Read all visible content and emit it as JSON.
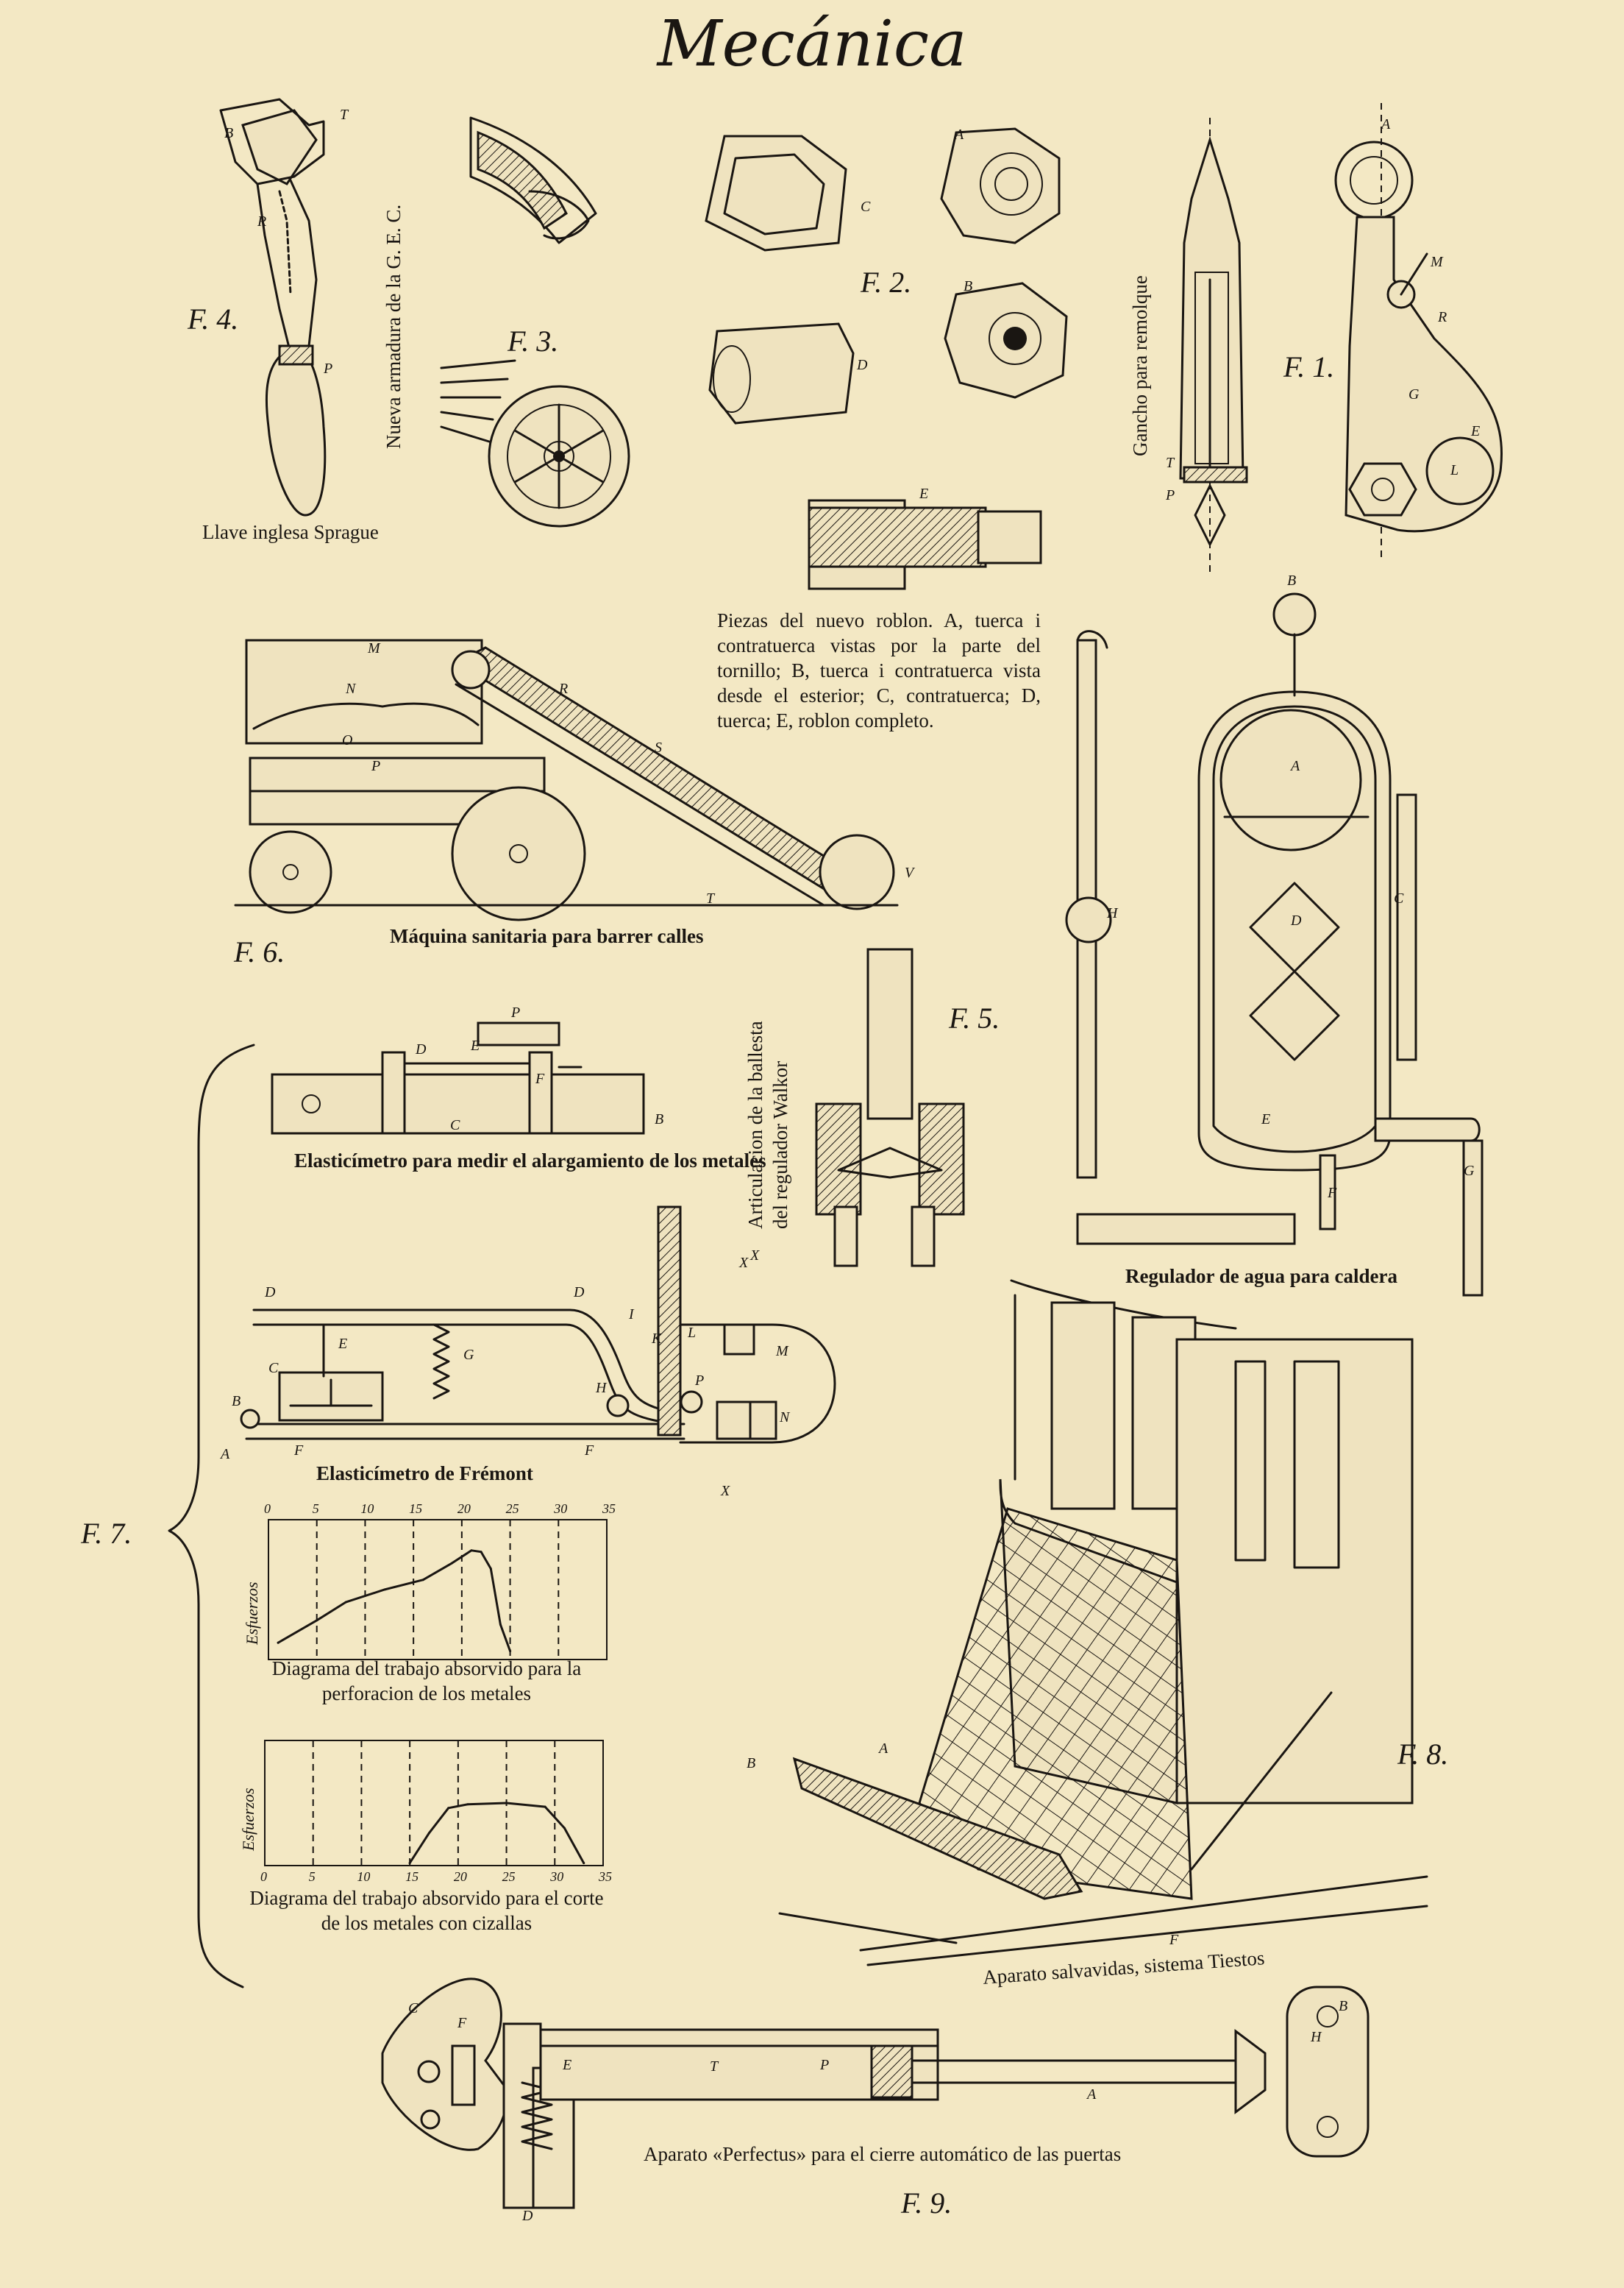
{
  "title": "Mecánica",
  "figures": {
    "f4": {
      "label": "F. 4.",
      "caption": "Llave inglesa Sprague",
      "parts": [
        "B",
        "T",
        "R",
        "P"
      ]
    },
    "f3": {
      "label": "F. 3.",
      "caption": "Nueva armadura de la G. E. C."
    },
    "f2": {
      "label": "F. 2.",
      "caption": "Piezas del nuevo roblon. A, tuerca i contratuerca vistas por la parte del tornillo; B, tuerca i contratuerca vista desde el esterior; C, contratuerca; D, tuerca; E, roblon completo.",
      "parts": [
        "A",
        "B",
        "C",
        "D",
        "E"
      ]
    },
    "f1": {
      "label": "F. 1.",
      "caption": "Gancho para remolque",
      "parts": [
        "A",
        "M",
        "R",
        "G",
        "E",
        "L",
        "T",
        "P"
      ]
    },
    "f6": {
      "label": "F. 6.",
      "caption": "Máquina sanitaria para barrer calles",
      "parts": [
        "M",
        "N",
        "O",
        "P",
        "R",
        "S",
        "T",
        "V"
      ]
    },
    "f5": {
      "label": "F. 5.",
      "caption": "Articulacion de la ballesta del regulador Walkor",
      "parts": [
        "X"
      ]
    },
    "boiler": {
      "caption": "Regulador de agua para caldera",
      "parts": [
        "B",
        "A",
        "D",
        "C",
        "H",
        "E",
        "F",
        "G"
      ]
    },
    "f7": {
      "label": "F. 7.",
      "elast1_caption": "Elasticímetro para medir el alargamiento de los metales",
      "elast1_parts": [
        "P",
        "D",
        "E",
        "F",
        "C",
        "B"
      ],
      "elast2_caption": "Elasticímetro de Frémont",
      "elast2_parts": [
        "D",
        "D",
        "E",
        "C",
        "G",
        "B",
        "A",
        "F",
        "F",
        "H",
        "I",
        "K",
        "L",
        "M",
        "N",
        "P",
        "X",
        "X"
      ]
    },
    "f8": {
      "label": "F. 8.",
      "caption": "Aparato salvavidas, sistema Tiestos",
      "parts": [
        "A",
        "B",
        "F"
      ]
    },
    "f9": {
      "label": "F. 9.",
      "caption": "Aparato «Perfectus» para el cierre automático de las puertas",
      "parts": [
        "C",
        "F",
        "E",
        "T",
        "P",
        "A",
        "H",
        "B",
        "D"
      ]
    }
  },
  "chart_data": [
    {
      "type": "line",
      "title": "Diagrama del trabajo absorvido para la perforacion de los metales",
      "xlabel": "",
      "ylabel": "Esfuerzos",
      "x_ticks": [
        "0",
        "5",
        "10",
        "15",
        "20",
        "25",
        "30",
        "35"
      ],
      "xlim": [
        0,
        35
      ],
      "ylim": [
        0,
        10
      ],
      "grid": "dashed vertical",
      "series": [
        {
          "x": [
            1,
            5,
            8,
            12,
            16,
            19,
            21,
            22,
            23,
            24,
            25
          ],
          "y": [
            1.2,
            2.8,
            4.1,
            5.0,
            5.7,
            6.9,
            7.8,
            7.7,
            6.5,
            2.5,
            0.6
          ]
        }
      ]
    },
    {
      "type": "line",
      "title": "Diagrama del trabajo absorvido para el corte de los metales con cizallas",
      "xlabel": "",
      "ylabel": "Esfuerzos",
      "x_ticks": [
        "0",
        "5",
        "10",
        "15",
        "20",
        "25",
        "30",
        "35"
      ],
      "xlim": [
        0,
        35
      ],
      "ylim": [
        0,
        10
      ],
      "grid": "dashed vertical",
      "series": [
        {
          "x": [
            15,
            17,
            19,
            21,
            25,
            29,
            31,
            33
          ],
          "y": [
            0.2,
            2.6,
            4.6,
            4.9,
            5.0,
            4.7,
            3.0,
            0.2
          ]
        }
      ]
    }
  ]
}
